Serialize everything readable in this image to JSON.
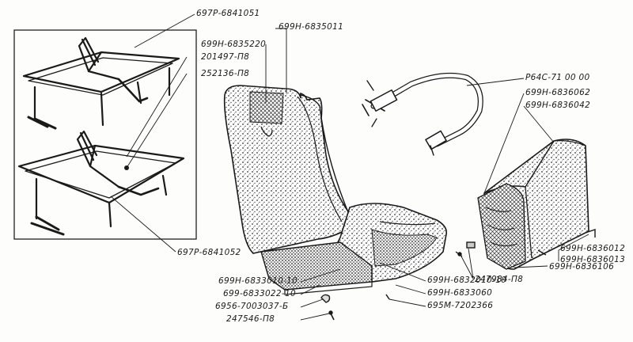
{
  "labels": {
    "frame_top": "697Р-6841051",
    "frame_bottom": "697Р-6841052",
    "seat_back": "699Н-6835011",
    "headrest_pad": "699Н-6835220",
    "screw_1": "201497-П8",
    "screw_2": "252136-П8",
    "belt": "Р64С-71 00 00",
    "arm_upper_1": "699Н-6836062",
    "arm_upper_2": "699Н-6836042",
    "arm_right_1": "699Н-6836012",
    "arm_right_2": "699Н-6836013",
    "arm_lower": "699Н-6836106",
    "screw_3": "247984-П8",
    "cushion": "699Н-6832010-10",
    "seat_base": "699Н-6833010-10",
    "bracket": "699-6833022-10",
    "cushion_front": "699Н-6833060",
    "clip": "695М-7202366",
    "clamp": "6956-7003037-Б",
    "screw_4": "247546-П8"
  }
}
